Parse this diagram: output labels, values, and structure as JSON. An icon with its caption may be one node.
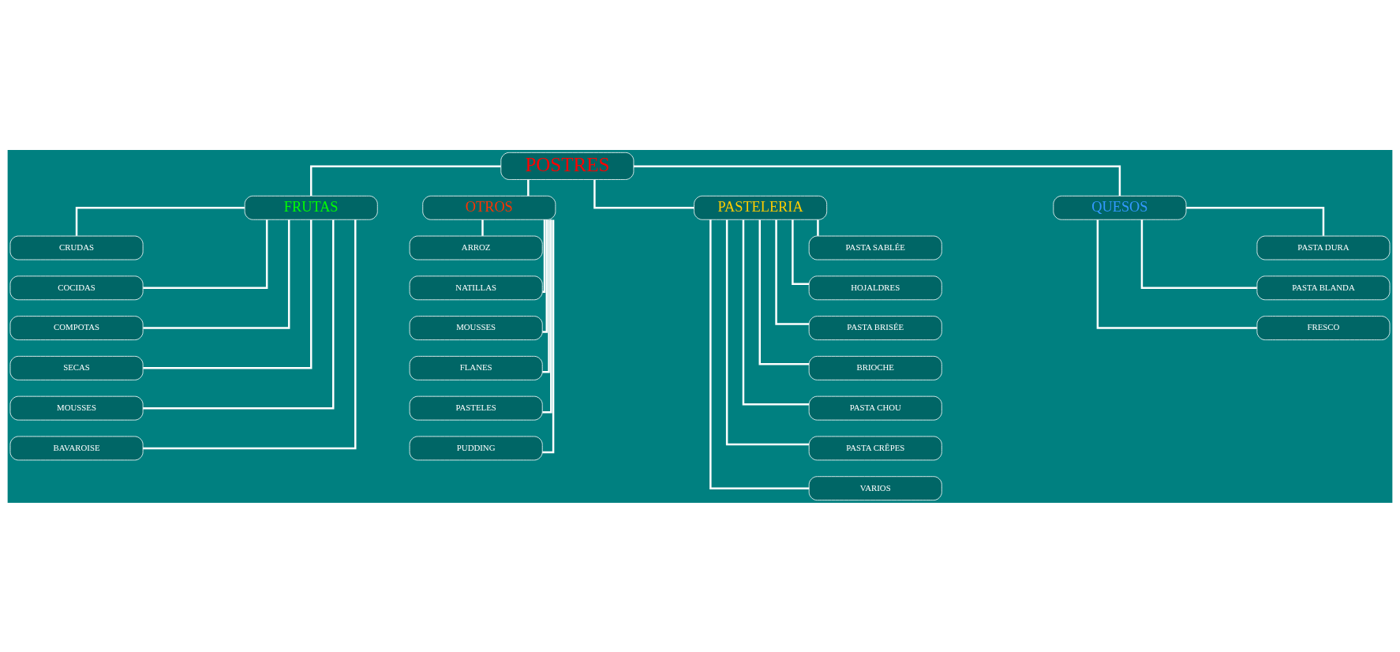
{
  "diagram": {
    "nodes": [
      {
        "text": [
          "POSTRES"
        ]
      },
      {
        "text": [
          "FRUTAS"
        ]
      },
      {
        "text": [
          "CRUDAS"
        ]
      },
      {
        "text": [
          "COCIDAS"
        ]
      },
      {
        "text": [
          "COMPOTAS"
        ]
      },
      {
        "text": [
          "SECAS"
        ]
      },
      {
        "text": [
          "MOUSSES"
        ]
      },
      {
        "text": [
          "BAVAROISE"
        ]
      },
      {
        "text": [
          "OTROS"
        ]
      },
      {
        "text": [
          "ARROZ"
        ]
      },
      {
        "text": [
          "NATILLAS"
        ]
      },
      {
        "text": [
          "MOUSSES"
        ]
      },
      {
        "text": [
          "FLANES"
        ]
      },
      {
        "text": [
          "PASTELES"
        ]
      },
      {
        "text": [
          "PUDDING"
        ]
      },
      {
        "text": [
          "PASTELERIA"
        ]
      },
      {
        "text": [
          "PASTA SABLÉE"
        ]
      },
      {
        "text": [
          "HOJALDRES"
        ]
      },
      {
        "text": [
          "PASTA BRISÉE"
        ]
      },
      {
        "text": [
          "BRIOCHE"
        ]
      },
      {
        "text": [
          "PASTA CHOU"
        ]
      },
      {
        "text": [
          "PASTA CRÊPES"
        ]
      },
      {
        "text": [
          "VARIOS"
        ]
      },
      {
        "text": [
          "QUESOS"
        ]
      },
      {
        "text": [
          "PASTA DURA"
        ]
      },
      {
        "text": [
          "PASTA BLANDA"
        ]
      },
      {
        "text": [
          "FRESCO"
        ]
      }
    ],
    "edges": [
      {
        "from": 0,
        "to": 1,
        "arrow": "none"
      },
      {
        "from": 0,
        "to": 8,
        "arrow": "none"
      },
      {
        "from": 0,
        "to": 15,
        "arrow": "none"
      },
      {
        "from": 0,
        "to": 23,
        "arrow": "none"
      },
      {
        "from": 1,
        "to": 2,
        "arrow": "none"
      },
      {
        "from": 1,
        "to": 3,
        "arrow": "none"
      },
      {
        "from": 1,
        "to": 4,
        "arrow": "none"
      },
      {
        "from": 1,
        "to": 5,
        "arrow": "none"
      },
      {
        "from": 1,
        "to": 6,
        "arrow": "none"
      },
      {
        "from": 1,
        "to": 7,
        "arrow": "none"
      },
      {
        "from": 8,
        "to": 9,
        "arrow": "none"
      },
      {
        "from": 8,
        "to": 10,
        "arrow": "none"
      },
      {
        "from": 8,
        "to": 11,
        "arrow": "none"
      },
      {
        "from": 8,
        "to": 12,
        "arrow": "none"
      },
      {
        "from": 8,
        "to": 13,
        "arrow": "none"
      },
      {
        "from": 8,
        "to": 14,
        "arrow": "none"
      },
      {
        "from": 15,
        "to": 16,
        "arrow": "none"
      },
      {
        "from": 15,
        "to": 17,
        "arrow": "none"
      },
      {
        "from": 15,
        "to": 18,
        "arrow": "none"
      },
      {
        "from": 15,
        "to": 19,
        "arrow": "none"
      },
      {
        "from": 15,
        "to": 20,
        "arrow": "none"
      },
      {
        "from": 15,
        "to": 21,
        "arrow": "none"
      },
      {
        "from": 15,
        "to": 22,
        "arrow": "none"
      },
      {
        "from": 23,
        "to": 24,
        "arrow": "none"
      },
      {
        "from": 23,
        "to": 25,
        "arrow": "none"
      },
      {
        "from": 23,
        "to": 26,
        "arrow": "none"
      }
    ]
  }
}
